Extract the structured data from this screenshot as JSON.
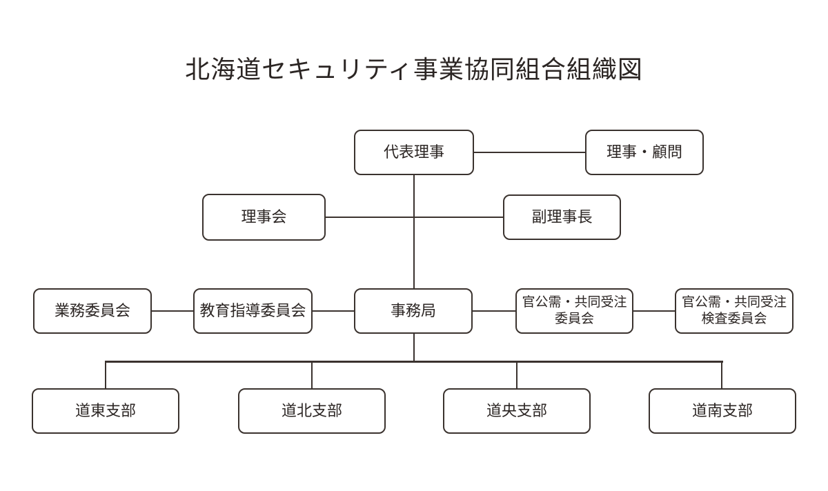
{
  "title": "北海道セキュリティ事業協同組合組織図",
  "colors": {
    "line": "#3a322e",
    "text": "#2b2523",
    "background": "#ffffff"
  },
  "nodes": [
    {
      "id": "representative-director",
      "lines": [
        "代表理事"
      ]
    },
    {
      "id": "directors-advisors",
      "lines": [
        "理事・顧問"
      ]
    },
    {
      "id": "board-of-directors",
      "lines": [
        "理事会"
      ]
    },
    {
      "id": "vice-chairman",
      "lines": [
        "副理事長"
      ]
    },
    {
      "id": "business-committee",
      "lines": [
        "業務委員会"
      ]
    },
    {
      "id": "education-guidance-committee",
      "lines": [
        "教育指導委員会"
      ]
    },
    {
      "id": "secretariat",
      "lines": [
        "事務局"
      ]
    },
    {
      "id": "public-procurement-joint-order-committee",
      "lines": [
        "官公需・共同受注",
        "委員会"
      ]
    },
    {
      "id": "public-procurement-joint-order-inspection-committee",
      "lines": [
        "官公需・共同受注",
        "検査委員会"
      ]
    },
    {
      "id": "doto-branch",
      "lines": [
        "道東支部"
      ]
    },
    {
      "id": "dohoku-branch",
      "lines": [
        "道北支部"
      ]
    },
    {
      "id": "doo-branch",
      "lines": [
        "道央支部"
      ]
    },
    {
      "id": "donan-branch",
      "lines": [
        "道南支部"
      ]
    }
  ]
}
